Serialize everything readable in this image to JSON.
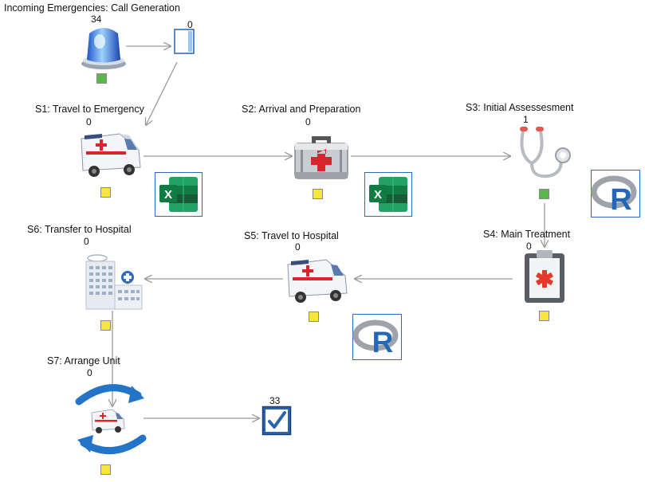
{
  "source": {
    "label": "Incoming Emergencies: Call Generation",
    "count": "34"
  },
  "queue": {
    "count": "0"
  },
  "sink": {
    "count": "33"
  },
  "stations": [
    {
      "id": "s1",
      "label": "S1: Travel to Emergency",
      "count": "0"
    },
    {
      "id": "s2",
      "label": "S2: Arrival and Preparation",
      "count": "0"
    },
    {
      "id": "s3",
      "label": "S3: Initial Assessesment",
      "count": "1"
    },
    {
      "id": "s4",
      "label": "S4: Main Treatment",
      "count": "0"
    },
    {
      "id": "s5",
      "label": "S5: Travel to Hospital",
      "count": "0"
    },
    {
      "id": "s6",
      "label": "S6: Transfer to Hospital",
      "count": "0"
    },
    {
      "id": "s7",
      "label": "S7: Arrange Unit",
      "count": "0"
    }
  ],
  "badges": {
    "excel_letter": "X",
    "r_letter": "R"
  },
  "colors": {
    "status_yellow": "#f5e63a",
    "status_green": "#57b947",
    "arrow": "#9a9a9a",
    "excel": "#1d6f42",
    "r_blue": "#2466b8"
  }
}
